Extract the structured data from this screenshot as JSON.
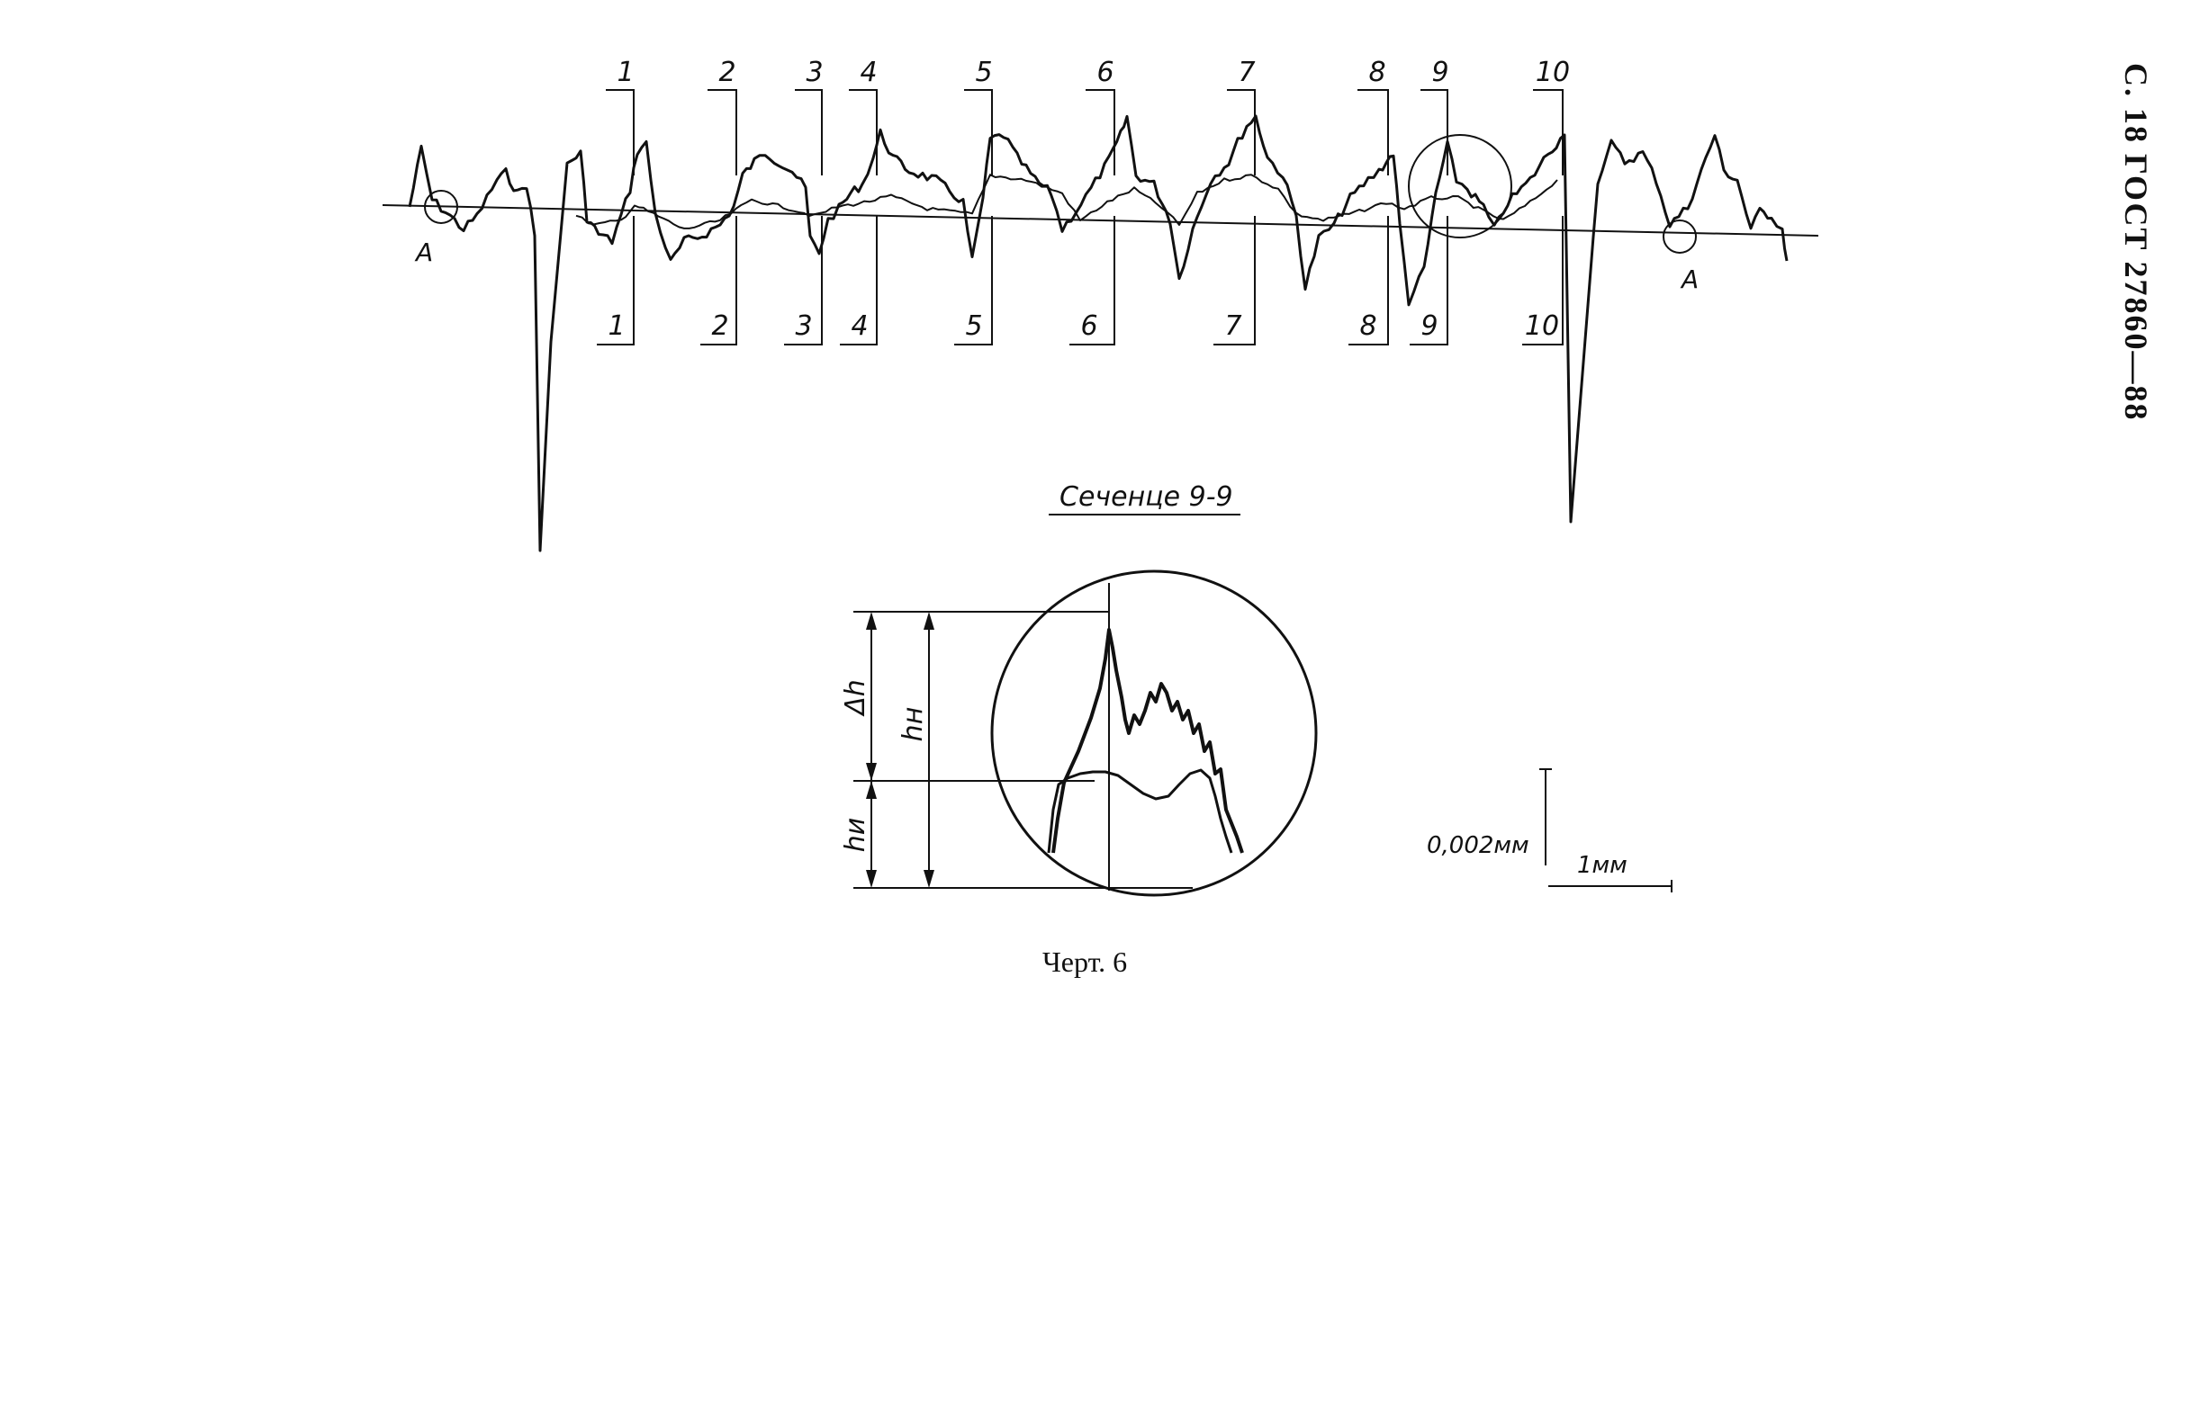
{
  "running_head": "С. 18 ГОСТ 27860—88",
  "section_caption": "Сеченце 9-9",
  "figure_caption": "Черт. 6",
  "top_labels": [
    "1",
    "2",
    "3",
    "4",
    "5",
    "6",
    "7",
    "8",
    "9",
    "10"
  ],
  "bottom_labels": [
    "1",
    "2",
    "3",
    "4",
    "5",
    "6",
    "7",
    "8",
    "9",
    "10"
  ],
  "point_labels": {
    "left": "A",
    "right": "A"
  },
  "detail": {
    "dh_label": "Δh",
    "hn_label": "hн",
    "hi_label": "hи"
  },
  "scale": {
    "vertical": "0,002мм",
    "horizontal": "1мм"
  }
}
